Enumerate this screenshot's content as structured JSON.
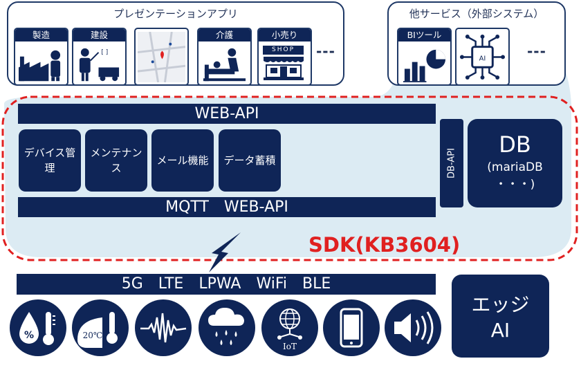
{
  "presentation": {
    "title": "プレゼンテーションアプリ",
    "tiles": [
      {
        "label": "製造",
        "icon": "factory-icon"
      },
      {
        "label": "建設",
        "icon": "construction-icon"
      },
      {
        "label": "",
        "icon": "map-icon"
      },
      {
        "label": "介護",
        "icon": "care-icon"
      },
      {
        "label": "小売り",
        "icon": "shop-icon",
        "sign": "SHOP"
      }
    ],
    "more": "---"
  },
  "external": {
    "title": "他サービス（外部システム）",
    "tiles": [
      {
        "label": "BIツール",
        "icon": "bi-chart-icon"
      },
      {
        "label": "",
        "icon": "ai-chip-icon",
        "chip_text": "AI"
      }
    ],
    "more": "---"
  },
  "sdk": {
    "web_api": "WEB-API",
    "functions": [
      "デバイス管理",
      "メンテナンス",
      "メール機能",
      "データ蓄積"
    ],
    "mqtt": "MQTT　WEB-API",
    "db_api": "DB-API",
    "db_title": "DB",
    "db_sub": "(mariaDB",
    "db_sub2": "・・・)",
    "label": "SDK(KB3604)"
  },
  "network": {
    "bar": "5G　LTE　LPWA　WiFi　BLE"
  },
  "sensors": [
    {
      "icon": "humidity-temperature-icon",
      "text": "%"
    },
    {
      "icon": "temperature-icon",
      "text": "20℃"
    },
    {
      "icon": "vibration-icon",
      "text": ""
    },
    {
      "icon": "rain-icon",
      "text": ""
    },
    {
      "icon": "iot-globe-icon",
      "text": "IoT"
    },
    {
      "icon": "smartphone-icon",
      "text": ""
    },
    {
      "icon": "speaker-icon",
      "text": ""
    }
  ],
  "edge_ai": {
    "line1": "エッジ",
    "line2": "AI"
  },
  "colors": {
    "navy": "#0f2557",
    "sdk_fill": "#dcebf3",
    "dashed_red": "#e02020"
  }
}
